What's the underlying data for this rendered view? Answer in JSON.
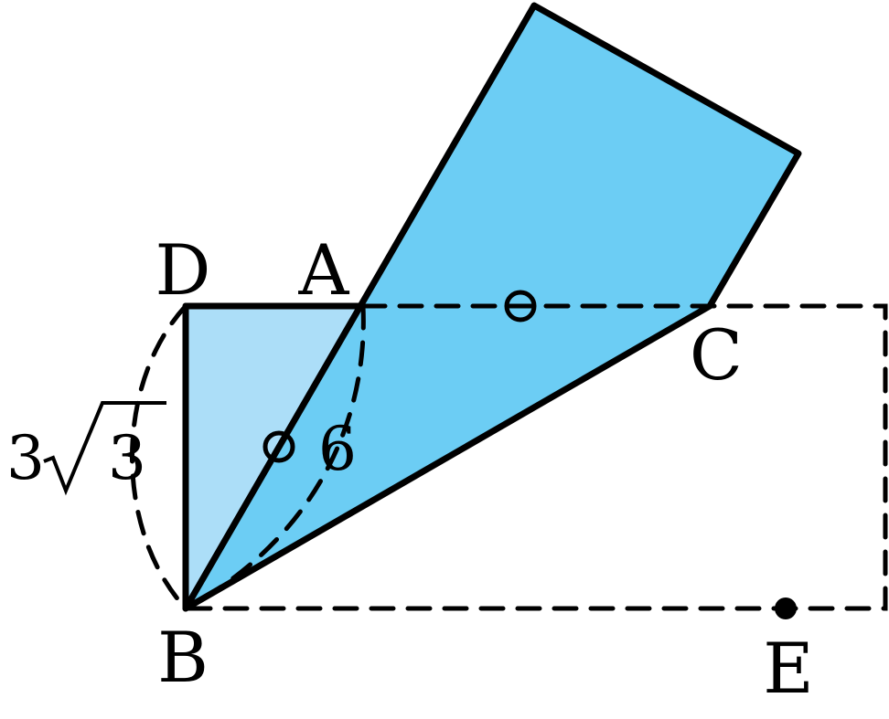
{
  "figure": {
    "points": {
      "D": "D",
      "A": "A",
      "C": "C",
      "B": "B",
      "E": "E"
    },
    "measurements": {
      "db_coefficient": "3",
      "db_radicand": "3",
      "ab_length": "6"
    },
    "colors": {
      "light_fill": "#acdef8",
      "main_fill": "#6ccdf4",
      "stroke": "#000000"
    }
  }
}
